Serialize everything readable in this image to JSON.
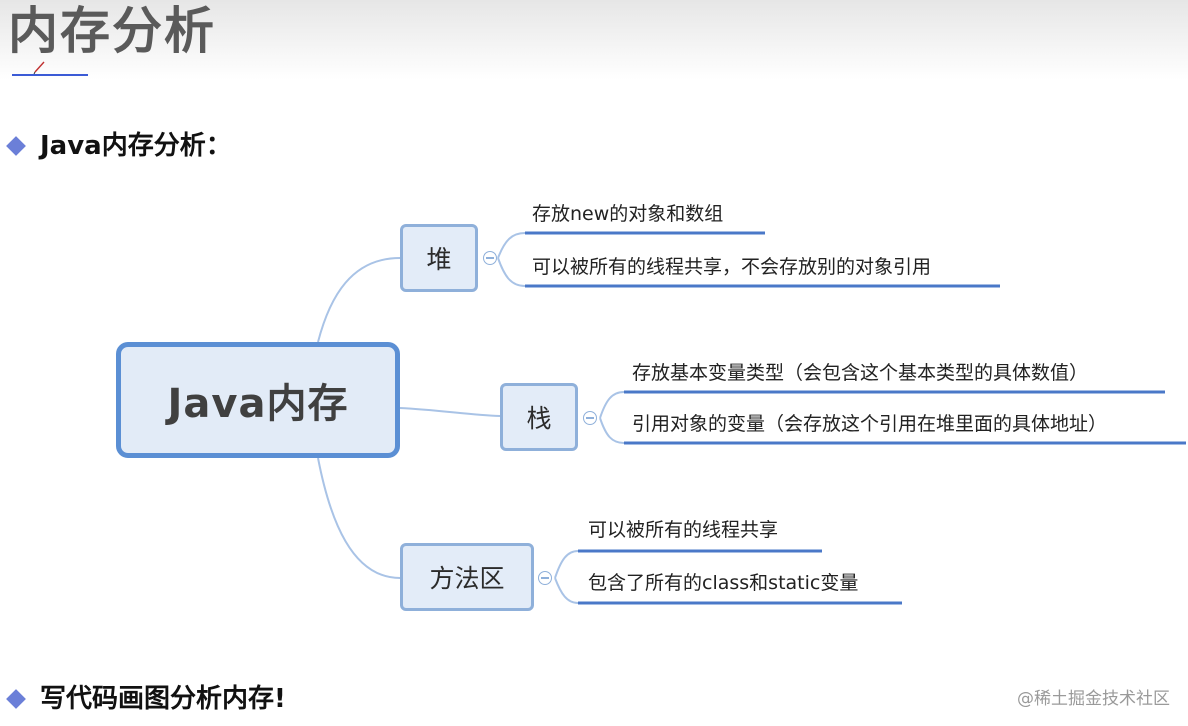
{
  "slide": {
    "title": "内存分析",
    "heading_1": "Java内存分析：",
    "heading_2": "写代码画图分析内存!"
  },
  "mindmap": {
    "root": "Java内存",
    "branches": [
      {
        "label": "堆",
        "items": [
          "存放new的对象和数组",
          "可以被所有的线程共享，不会存放别的对象引用"
        ]
      },
      {
        "label": "栈",
        "items": [
          "存放基本变量类型（会包含这个基本类型的具体数值）",
          "引用对象的变量（会存放这个引用在堆里面的具体地址）"
        ]
      },
      {
        "label": "方法区",
        "items": [
          "可以被所有的线程共享",
          "包含了所有的class和static变量"
        ]
      }
    ]
  },
  "watermark": "@稀土掘金技术社区",
  "colors": {
    "accent_line": "#3b5bd6",
    "bullet": "#6b7fd8",
    "connector": "#a9c3e6",
    "leaf_underline": "#4a78c8",
    "node_fill": "#e3ecf8",
    "root_border": "#5b8fd4"
  }
}
